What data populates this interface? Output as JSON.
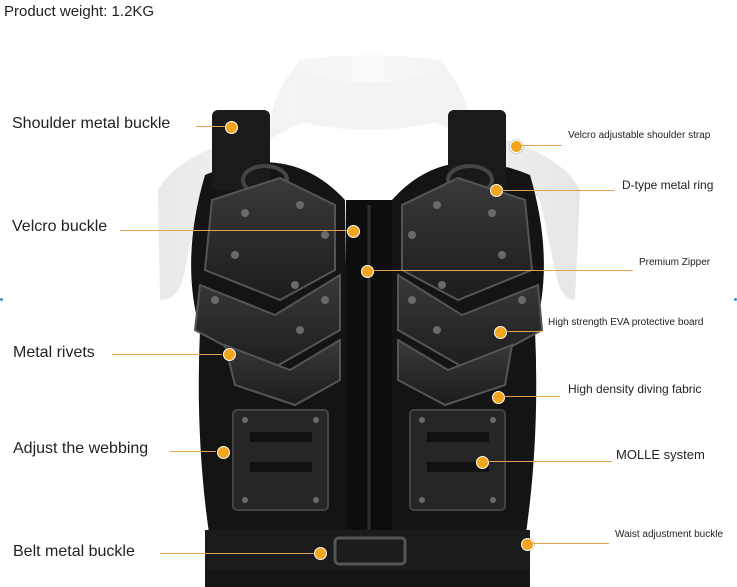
{
  "product_weight": "Product weight: 1.2KG",
  "accent_color": "#f2a51e",
  "labels": {
    "shoulder_metal_buckle": "Shoulder metal buckle",
    "velcro_buckle": "Velcro buckle",
    "metal_rivets": "Metal rivets",
    "adjust_webbing": "Adjust the webbing",
    "belt_metal_buckle": "Belt metal buckle",
    "velcro_shoulder_strap": "Velcro adjustable shoulder strap",
    "d_ring": "D-type metal ring",
    "premium_zipper": "Premium Zipper",
    "eva_board": "High strength EVA protective board",
    "diving_fabric": "High density diving fabric",
    "molle": "MOLLE system",
    "waist_buckle": "Waist adjustment buckle"
  }
}
